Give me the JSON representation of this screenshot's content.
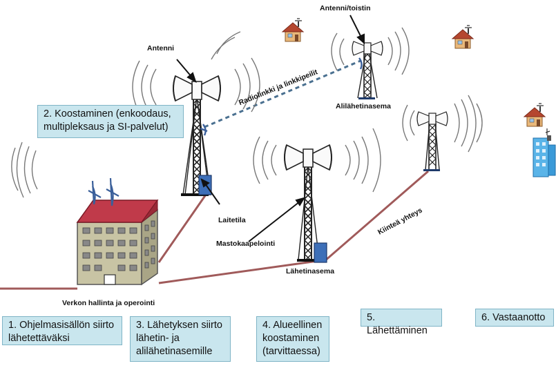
{
  "labels": {
    "antenna_left": "Antenni",
    "antenna_repeater": "Antenni/toistin",
    "sub_station": "Alilähetinasema",
    "radio_link": "Radiolinkki ja linkkipeilit",
    "equipment_room": "Laitetila",
    "mast_cabling": "Mastokaapelointi",
    "transmitter_station": "Lähetinasema",
    "fixed_connection": "Kiinteä yhteys",
    "network_management": "Verkon hallinta ja operointi"
  },
  "steps": {
    "step2": "2. Koostaminen (enkoodaus, multipleksaus ja SI-palvelut)",
    "step1": "1. Ohjelmasisällön siirto lähetettäväksi",
    "step3": "3. Lähetyksen siirto lähetin- ja alilähetinasemille",
    "step4": "4. Alueellinen koostaminen (tarvittaessa)",
    "step5": "5. Lähettäminen",
    "step6": "6. Vastaanotto"
  },
  "colors": {
    "box_fill": "#c9e6ee",
    "box_border": "#7fb4c6",
    "cable": "#a05a5a",
    "radio_link": "#4a7090",
    "equipment": "#3d6fb8",
    "roof": "#c03a4a",
    "building_wall": "#c8c4a4"
  }
}
